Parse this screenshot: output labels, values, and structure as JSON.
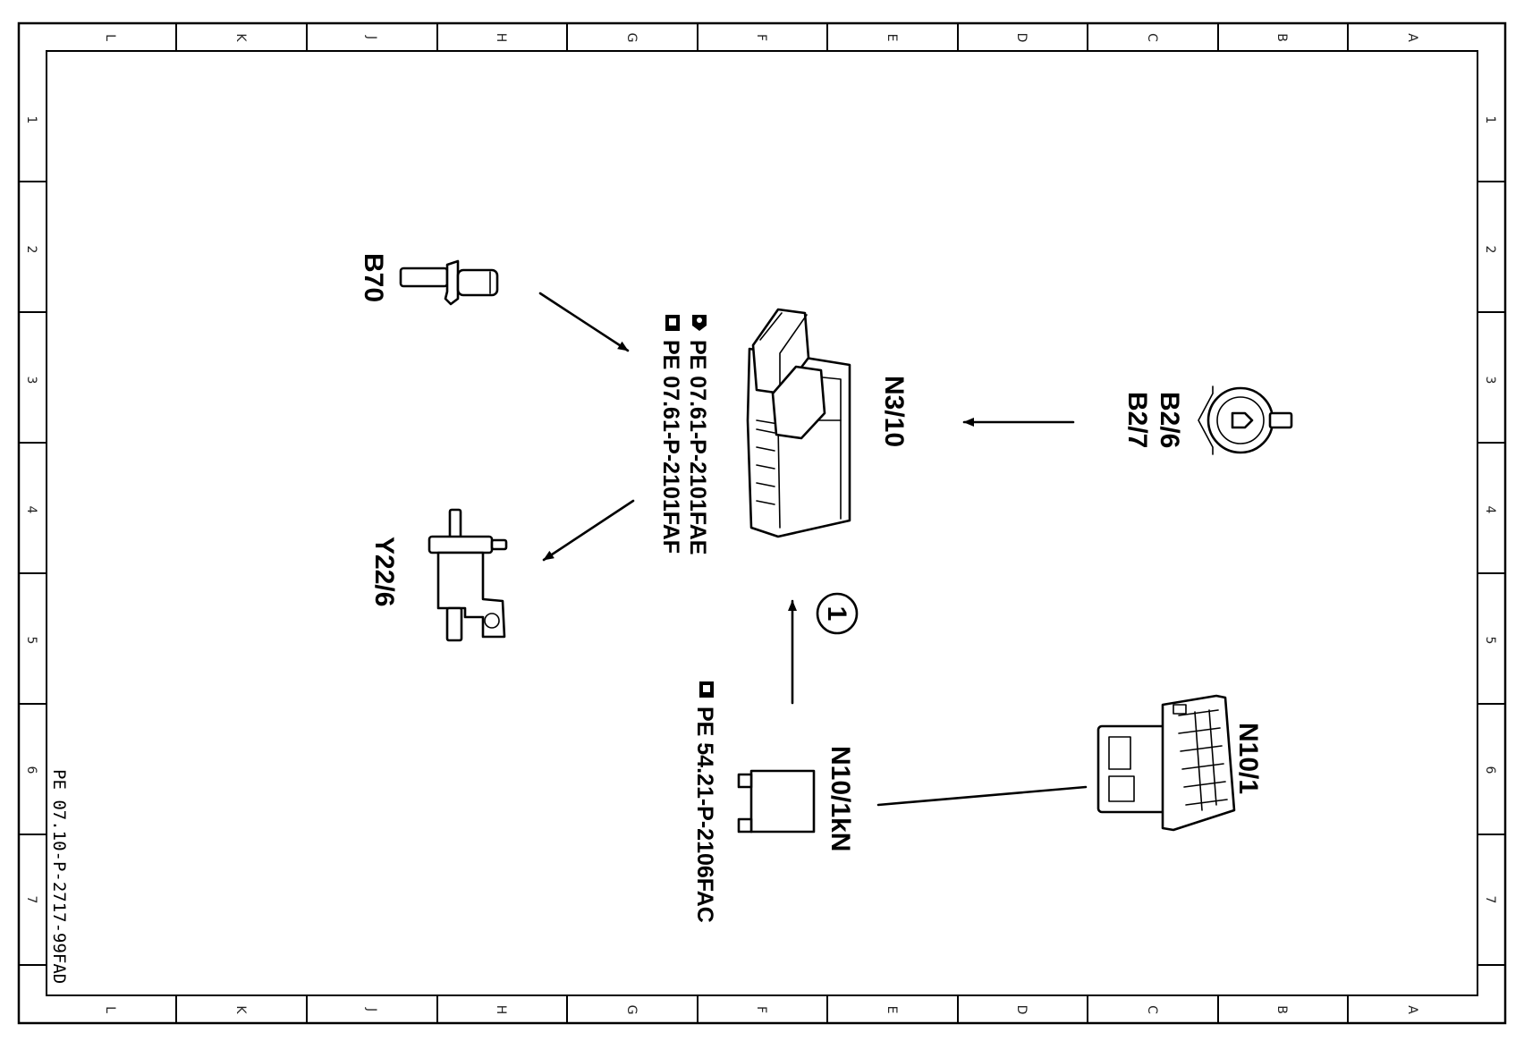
{
  "sheet": {
    "column_letters": [
      "L",
      "K",
      "J",
      "H",
      "G",
      "F",
      "E",
      "D",
      "C",
      "B",
      "A"
    ],
    "row_numbers": [
      "1",
      "2",
      "3",
      "4",
      "5",
      "6",
      "7"
    ],
    "document_id": "PE 07.10-P-2717-99FAD"
  },
  "components": {
    "b70": "B70",
    "y22_6": "Y22/6",
    "n3_10": "N3/10",
    "b2_6": "B2/6",
    "b2_7": "B2/7",
    "n10_1kn": "N10/1kN",
    "n10_1": "N10/1"
  },
  "references": {
    "ecu_ref_1": "PE  07.61-P-2101FAE",
    "ecu_ref_2": "PE  07.61-P-2101FAF",
    "sam_ref": "PE  54.21-P-2106FAC"
  },
  "callout": "1",
  "icons": [
    "pointing-hand-icon",
    "document-hand-icon",
    "arrow-icon"
  ]
}
